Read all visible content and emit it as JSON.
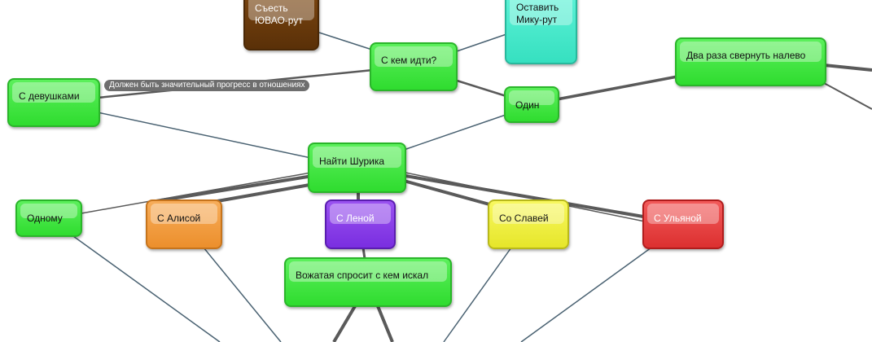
{
  "colors": {
    "green": "#3ee33e",
    "brown": "#6a3a0c",
    "teal": "#44e8c8",
    "orange": "#f29c3a",
    "purple": "#8a3ee8",
    "yellow": "#ecec3a",
    "red": "#e54040",
    "edge_dark": "#5a5a5a",
    "edge_blue": "#4a6272"
  },
  "nodes": {
    "eat_yuvao": "Съесть ЮВАО-рут",
    "leave_miku": "Оставить Мику-рут",
    "with_whom": "С кем идти?",
    "turn_left": "Два раза свернуть налево",
    "with_girls": "С девушками",
    "alone": "Один",
    "find_shurik": "Найти Шурика",
    "by_self": "Одному",
    "with_alisa": "С Алисой",
    "with_lena": "С Леной",
    "with_slavya": "Со Славей",
    "with_ulyana": "С Ульяной",
    "counselor": "Вожатая спросит с кем искал"
  },
  "edge_labels": {
    "girls_condition": "Должен быть значительный прогресс в отношениях"
  }
}
